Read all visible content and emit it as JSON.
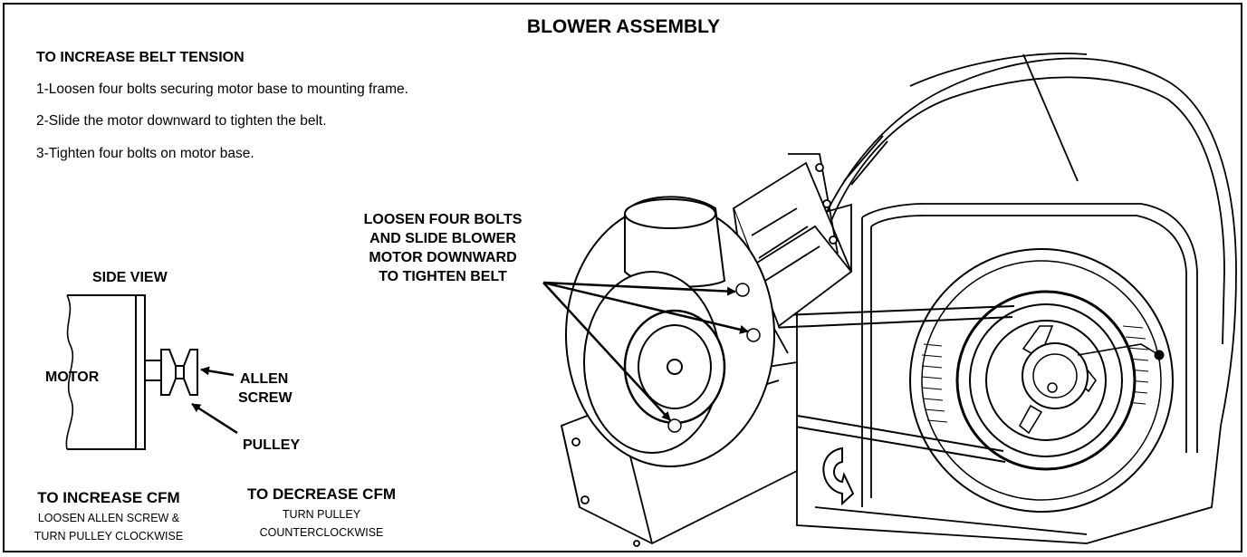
{
  "title": "BLOWER ASSEMBLY",
  "instructions": {
    "heading": "TO INCREASE BELT TENSION",
    "steps": [
      "1-Loosen four bolts securing motor base to mounting frame.",
      "2-Slide the motor downward to tighten the belt.",
      "3-Tighten four bolts on motor base."
    ]
  },
  "side_view": {
    "title": "SIDE VIEW",
    "motor_label": "MOTOR",
    "allen_label_line1": "ALLEN",
    "allen_label_line2": "SCREW",
    "pulley_label": "PULLEY"
  },
  "callout": {
    "line1": "LOOSEN FOUR BOLTS",
    "line2": "AND SLIDE BLOWER",
    "line3": "MOTOR DOWNWARD",
    "line4": "TO TIGHTEN BELT"
  },
  "increase_cfm": {
    "heading": "TO INCREASE CFM",
    "line1": "LOOSEN ALLEN SCREW &",
    "line2": "TURN PULLEY CLOCKWISE"
  },
  "decrease_cfm": {
    "heading": "TO DECREASE CFM",
    "line1": "TURN PULLEY",
    "line2": "COUNTERCLOCKWISE"
  }
}
